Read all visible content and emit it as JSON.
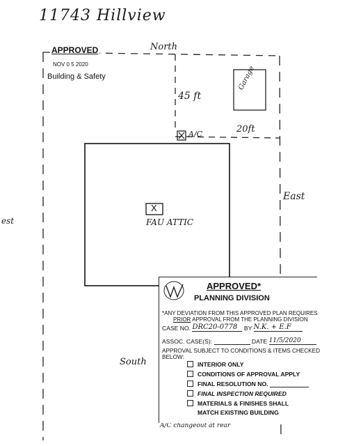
{
  "address": "11743 Hillview",
  "approved_header": "APPROVED",
  "approved_date": "NOV 0 5 2020",
  "department": "Building & Safety",
  "directions": {
    "north": "North",
    "east": "East",
    "south": "South",
    "west": "est"
  },
  "dimensions": {
    "depth": "45 ft",
    "width": "20ft"
  },
  "labels": {
    "garage": "Garage",
    "ac": "A/C",
    "fau": "FAU ATTIC",
    "x_mark": "X"
  },
  "note_bottom": "A/C changeout at rear",
  "stamp": {
    "title": "APPROVED*",
    "division": "PLANNING DIVISION",
    "warning_line1": "*ANY DEVIATION FROM THIS APPROVED PLAN REQUIRES",
    "warning_line2_prefix": "PRIOR",
    "warning_line2_rest": " APPROVAL FROM THE PLANNING DIVISION",
    "case_label": "CASE NO.",
    "case_number": "DRC20-0778",
    "by_label": "BY",
    "by_value": "N.K. + E.F",
    "assoc_label": "ASSOC. CASE(S):",
    "date_label": "DATE",
    "date_value": "11/5/2020",
    "subject_line1": "APPROVAL SUBJECT TO CONDITIONS & ITEMS CHECKED",
    "subject_line2": "BELOW:",
    "items": [
      "INTERIOR ONLY",
      "CONDITIONS OF APPROVAL APPLY",
      "FINAL RESOLUTION NO.",
      "FINAL INSPECTION REQUIRED",
      "MATERIALS & FINISHES SHALL"
    ],
    "items_continued": "MATCH EXISTING BUILDING"
  }
}
